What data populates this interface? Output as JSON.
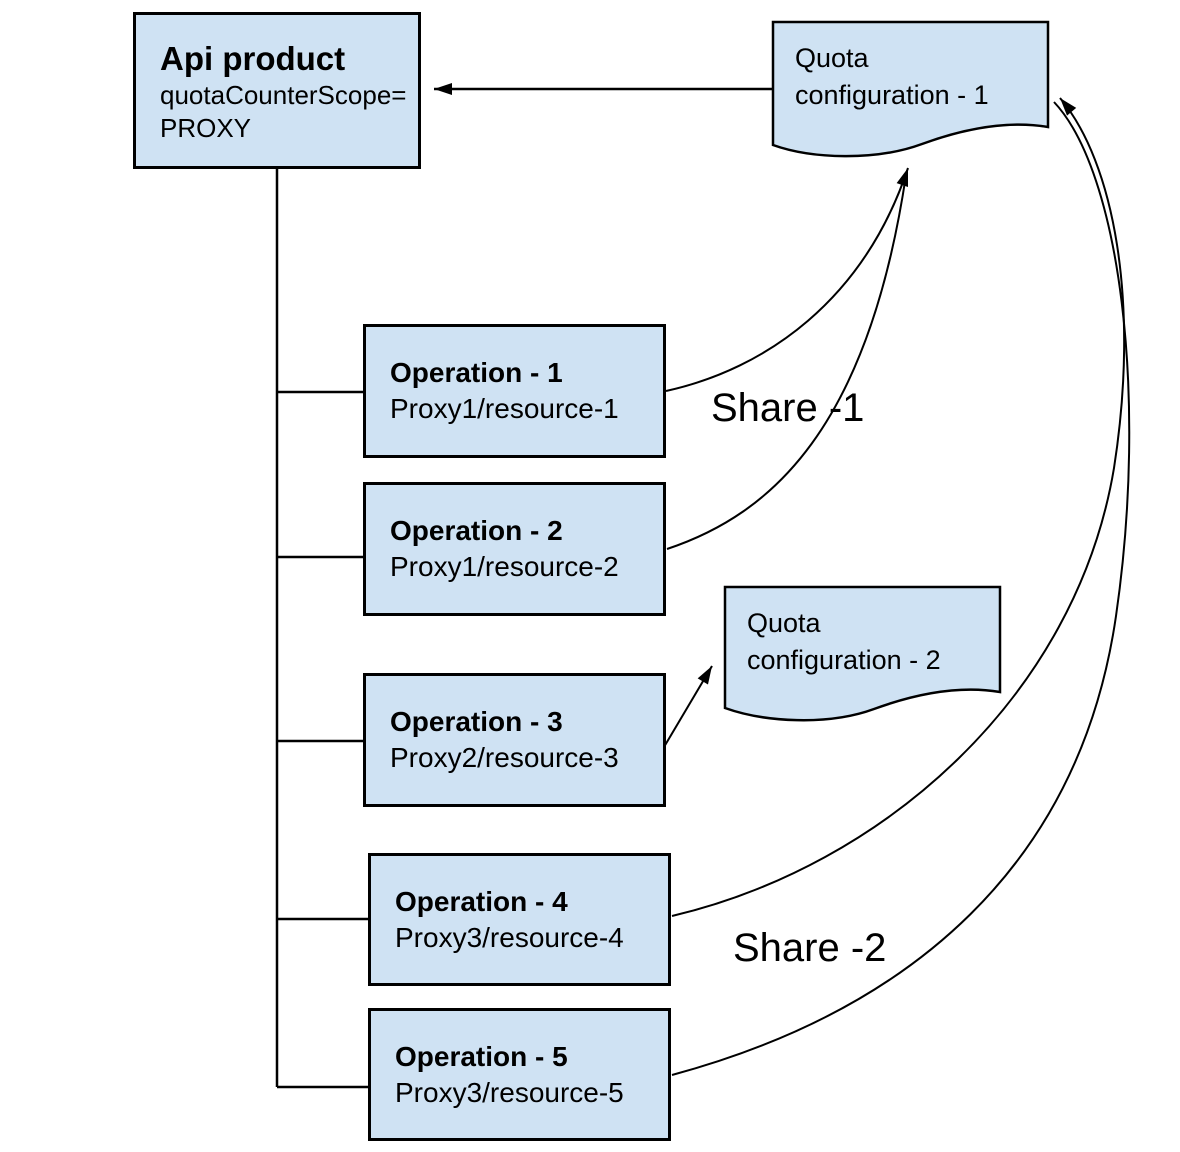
{
  "api_product": {
    "title": "Api product",
    "subtitle_line1": "quotaCounterScope=",
    "subtitle_line2": "PROXY"
  },
  "quota_configs": [
    {
      "line1": "Quota",
      "line2": "configuration - 1"
    },
    {
      "line1": "Quota",
      "line2": "configuration - 2"
    }
  ],
  "operations": [
    {
      "title": "Operation - 1",
      "subtitle": "Proxy1/resource-1"
    },
    {
      "title": "Operation - 2",
      "subtitle": "Proxy1/resource-2"
    },
    {
      "title": "Operation - 3",
      "subtitle": "Proxy2/resource-3"
    },
    {
      "title": "Operation - 4",
      "subtitle": "Proxy3/resource-4"
    },
    {
      "title": "Operation - 5",
      "subtitle": "Proxy3/resource-5"
    }
  ],
  "labels": {
    "share1": "Share -1",
    "share2": "Share -2"
  },
  "colors": {
    "node_fill": "#cfe2f3",
    "node_border": "#000000",
    "connector": "#000000"
  }
}
